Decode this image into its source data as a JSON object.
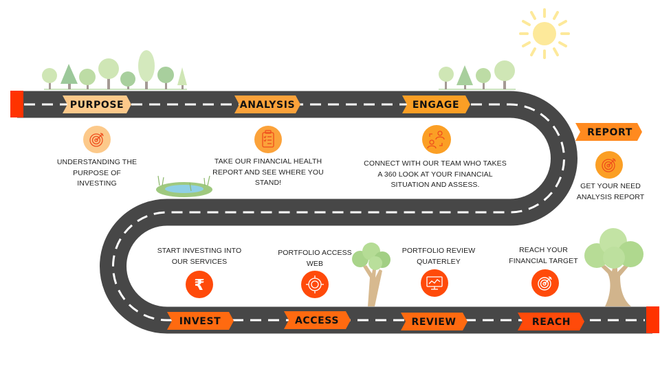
{
  "title": "Financial Journey Roadmap",
  "colors": {
    "road": "#474747",
    "road_dash": "#ffffff",
    "cap": "#ff3300",
    "tag_light": "#fcc98a",
    "tag_mid": "#fba23a",
    "tag_orange": "#ff8a1f",
    "tag_deep": "#ff6a10",
    "tag_red": "#ff4a0a",
    "sun": "#fde99a"
  },
  "steps": [
    {
      "id": "purpose",
      "tag": "PURPOSE",
      "lines": [
        "UNDERSTANDING THE",
        "PURPOSE OF",
        "INVESTING"
      ],
      "icon": "target-icon"
    },
    {
      "id": "analysis",
      "tag": "ANALYSIS",
      "lines": [
        "TAKE OUR FINANCIAL HEALTH",
        "REPORT AND SEE WHERE YOU",
        "STAND!"
      ],
      "icon": "clipboard-checklist-icon"
    },
    {
      "id": "engage",
      "tag": "ENGAGE",
      "lines": [
        "CONNECT WITH OUR TEAM WHO TAKES",
        "A 360 LOOK AT YOUR FINANCIAL",
        "SITUATION AND ASSESS."
      ],
      "icon": "people-exchange-icon"
    },
    {
      "id": "report",
      "tag": "REPORT",
      "lines": [
        "GET YOUR NEED",
        "ANALYSIS REPORT"
      ],
      "icon": "target-icon"
    },
    {
      "id": "invest",
      "tag": "INVEST",
      "lines": [
        "START INVESTING INTO",
        "OUR SERVICES"
      ],
      "icon": "rupee-icon"
    },
    {
      "id": "access",
      "tag": "ACCESS",
      "lines": [
        "PORTFOLIO ACCESS",
        "WEB"
      ],
      "icon": "crosshair-icon"
    },
    {
      "id": "review",
      "tag": "REVIEW",
      "lines": [
        "PORTFOLIO REVIEW",
        "QUATERLEY"
      ],
      "icon": "monitor-chart-icon"
    },
    {
      "id": "reach",
      "tag": "REACH",
      "lines": [
        "REACH YOUR",
        "FINANCIAL TARGET"
      ],
      "icon": "target-icon"
    }
  ]
}
